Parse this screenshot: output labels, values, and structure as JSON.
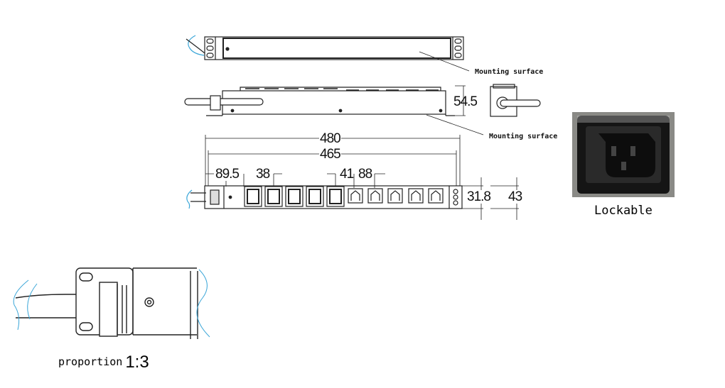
{
  "labels": {
    "mounting_surface_top": "Mounting surface",
    "mounting_surface_side": "Mounting surface",
    "lockable": "Lockable",
    "proportion": "proportion",
    "ratio": "1:3"
  },
  "dimensions": {
    "height_side": "54.5",
    "overall_length": "480",
    "mount_length": "465",
    "first_offset": "89.5",
    "c13_pitch": "38",
    "gap": "41",
    "socket_pitch": "88",
    "body_height": "31.8",
    "total_height": "43"
  },
  "outlets": {
    "c13_count": 5,
    "socket_count": 5
  },
  "colors": {
    "line": "#222222",
    "cable_break": "#3aa6d8",
    "photo_bg": "#8a8a86",
    "socket_black": "#151515"
  }
}
